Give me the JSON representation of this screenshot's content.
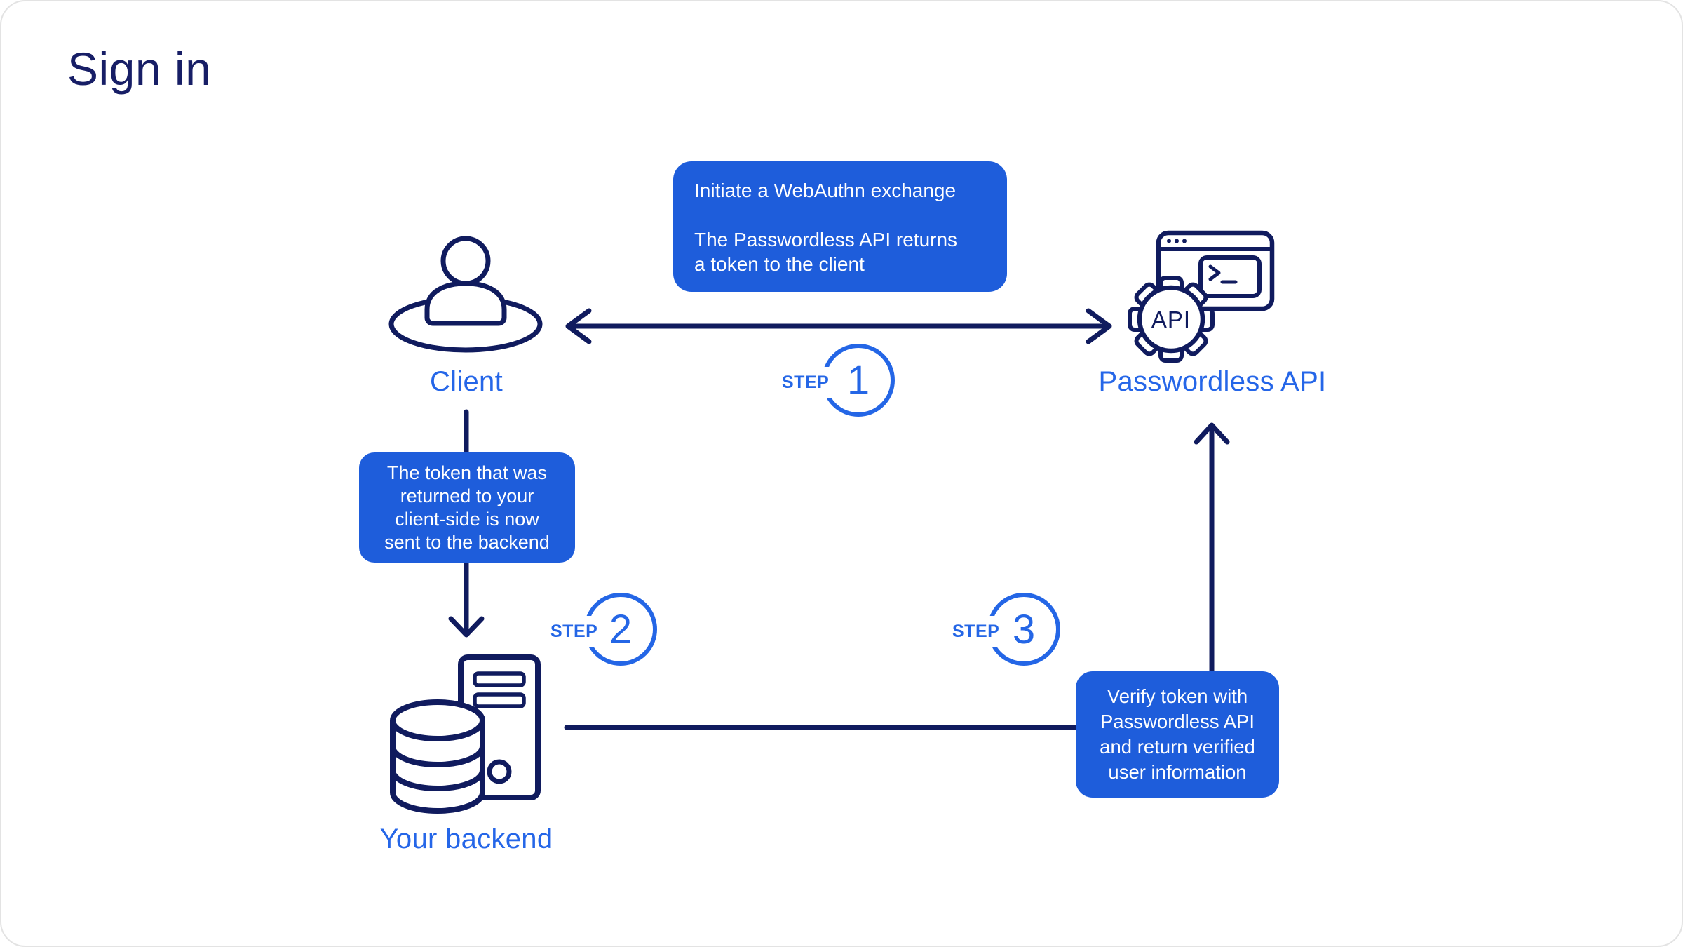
{
  "page": {
    "title": "Sign in"
  },
  "colors": {
    "ink_navy": "#101b5e",
    "accent_blue": "#2566e8",
    "callout_blue": "#1e5ddb",
    "text_on_blue": "#ffffff"
  },
  "nodes": {
    "client": {
      "label": "Client"
    },
    "passwordless_api": {
      "label": "Passwordless API",
      "gear_text": "API"
    },
    "backend": {
      "label": "Your backend"
    }
  },
  "steps": [
    {
      "prefix": "STEP",
      "number": "1"
    },
    {
      "prefix": "STEP",
      "number": "2"
    },
    {
      "prefix": "STEP",
      "number": "3"
    }
  ],
  "callouts": {
    "step1": "Initiate a WebAuthn exchange\n\nThe Passwordless API returns\na token to the client",
    "step2": "The token that was\nreturned to your\nclient-side is now\nsent to the backend",
    "step3": "Verify token with\nPasswordless API\nand return verified\nuser information"
  }
}
